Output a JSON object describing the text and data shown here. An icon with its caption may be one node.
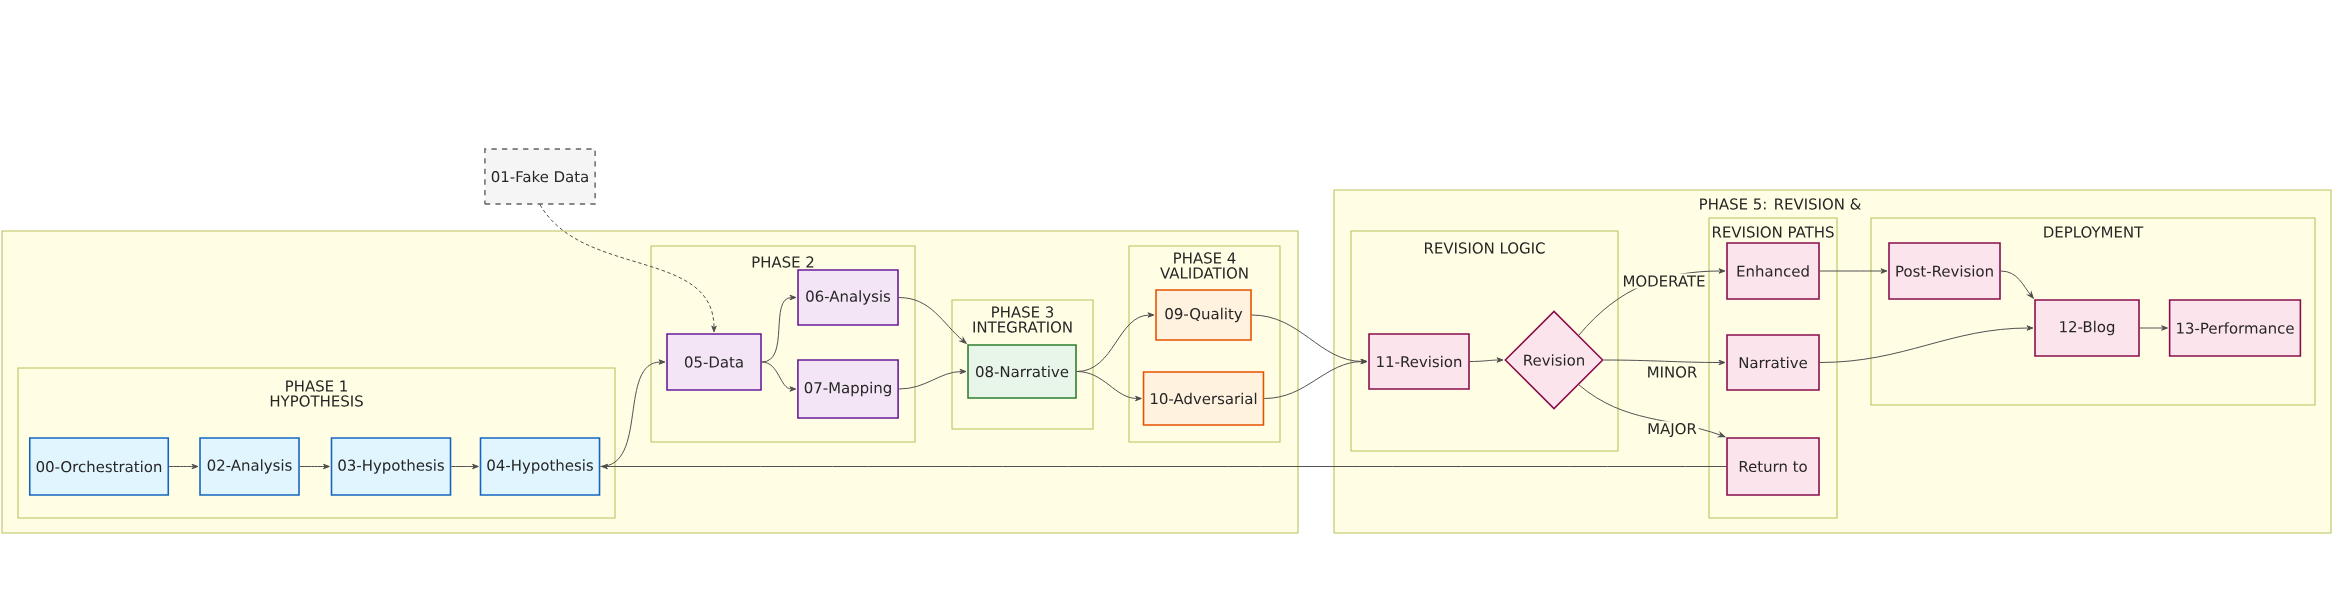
{
  "diagram": {
    "nodes": [
      {
        "text": [],
        "shape": "box"
      },
      {
        "text": [
          "PHASE 1",
          "HYPOTHESIS"
        ],
        "in": 0
      },
      {
        "text": [
          "00-Orchestration"
        ],
        "in": 1
      },
      {
        "text": [
          "02-Analysis"
        ],
        "in": 1
      },
      {
        "text": [
          "03-Hypothesis"
        ],
        "in": 1
      },
      {
        "text": [
          "04-Hypothesis"
        ],
        "in": 1
      },
      {
        "text": [
          "PHASE 2"
        ],
        "in": 0
      },
      {
        "text": [
          "05-Data"
        ],
        "in": 6
      },
      {
        "text": [
          "06-Analysis"
        ],
        "in": 6
      },
      {
        "text": [
          "07-Mapping"
        ],
        "in": 6
      },
      {
        "text": [
          "PHASE 3",
          "INTEGRATION"
        ],
        "in": 0
      },
      {
        "text": [
          "08-Narrative"
        ],
        "in": 10
      },
      {
        "text": [
          "PHASE 4",
          "VALIDATION"
        ],
        "in": 0
      },
      {
        "text": [
          "09-Quality"
        ],
        "in": 12
      },
      {
        "text": [
          "10-Adversarial"
        ],
        "in": 12
      },
      {
        "text": [
          "01-Fake Data"
        ]
      },
      {
        "text": [
          "PHASE 5: REVISION &"
        ]
      },
      {
        "text": [
          "REVISION LOGIC"
        ],
        "in": 16
      },
      {
        "text": [
          "11-Revision"
        ],
        "in": 17
      },
      {
        "text": [
          "Revision"
        ],
        "in": 17
      },
      {
        "text": [
          "REVISION PATHS"
        ],
        "in": 16
      },
      {
        "text": [
          "Enhanced"
        ],
        "in": 20
      },
      {
        "text": [
          "Narrative"
        ],
        "in": 20
      },
      {
        "text": [
          "Return to"
        ],
        "in": 20
      },
      {
        "text": [
          "DEPLOYMENT"
        ],
        "in": 16
      },
      {
        "text": [
          "Post-Revision"
        ],
        "in": 24
      },
      {
        "text": [
          "12-Blog"
        ],
        "in": 24
      },
      {
        "text": [
          "13-Performance"
        ],
        "in": 24
      }
    ],
    "edges": [
      {
        "from": 2,
        "to": 3,
        "arrow": "to"
      },
      {
        "from": 3,
        "to": 4,
        "arrow": "to"
      },
      {
        "from": 4,
        "to": 5,
        "arrow": "to"
      },
      {
        "from": 15,
        "to": 7,
        "arrow": "to",
        "style": "dashed"
      },
      {
        "from": 5,
        "to": 7,
        "arrow": "to"
      },
      {
        "from": 7,
        "to": 8,
        "arrow": "to"
      },
      {
        "from": 7,
        "to": 9,
        "arrow": "to"
      },
      {
        "from": 8,
        "to": 11,
        "arrow": "to"
      },
      {
        "from": 9,
        "to": 11,
        "arrow": "to"
      },
      {
        "from": 11,
        "to": 13,
        "arrow": "to"
      },
      {
        "from": 11,
        "to": 14,
        "arrow": "to"
      },
      {
        "from": 13,
        "to": 18,
        "arrow": "to"
      },
      {
        "from": 14,
        "to": 18,
        "arrow": "to"
      },
      {
        "from": 18,
        "to": 19,
        "arrow": "to"
      },
      {
        "from": 19,
        "to": 21,
        "arrow": "to",
        "label": "MODERATE"
      },
      {
        "from": 19,
        "to": 22,
        "arrow": "to",
        "label": "MINOR"
      },
      {
        "from": 19,
        "to": 23,
        "arrow": "to",
        "label": "MAJOR"
      },
      {
        "from": 23,
        "to": 5,
        "arrow": "to"
      },
      {
        "from": 21,
        "to": 25,
        "arrow": "to"
      },
      {
        "from": 25,
        "to": 26,
        "arrow": "to"
      },
      {
        "from": 22,
        "to": 26,
        "arrow": "to"
      },
      {
        "from": 26,
        "to": 27,
        "arrow": "to"
      }
    ]
  }
}
